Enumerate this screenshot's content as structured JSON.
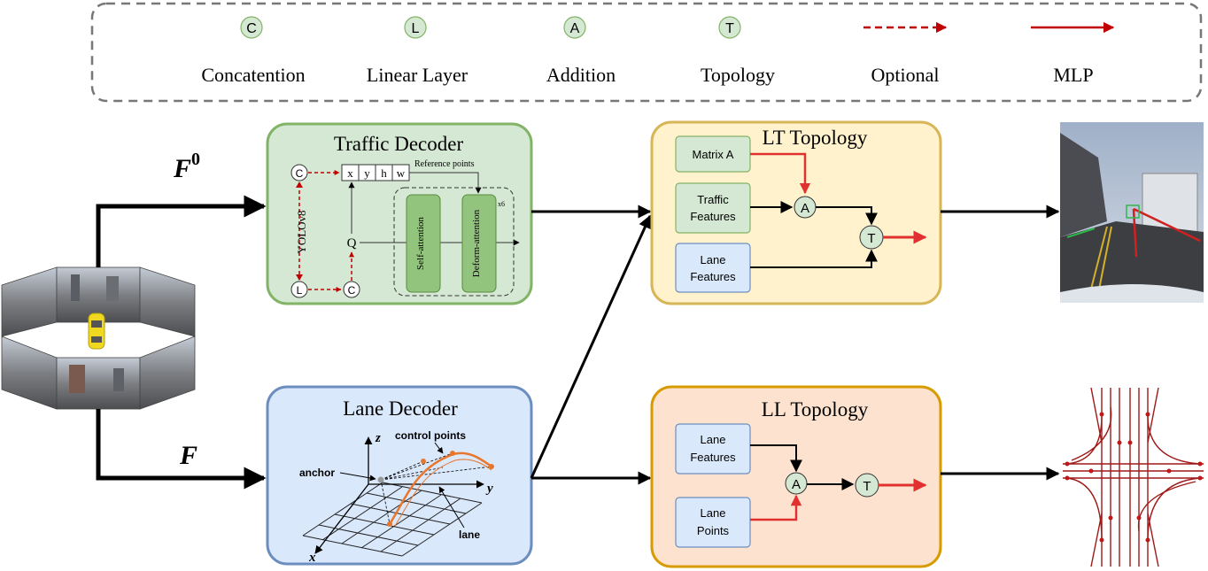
{
  "legend": {
    "items": [
      {
        "symbol": "C",
        "label": "Concatention"
      },
      {
        "symbol": "L",
        "label": "Linear Layer"
      },
      {
        "symbol": "A",
        "label": "Addition"
      },
      {
        "symbol": "T",
        "label": "Topology"
      },
      {
        "symbol": "",
        "label": "Optional"
      },
      {
        "symbol": "",
        "label": "MLP"
      }
    ]
  },
  "inputs": {
    "f0_label": "F",
    "f0_superscript": "0",
    "f_label": "F"
  },
  "traffic_decoder": {
    "title": "Traffic Decoder",
    "concat_symbol": "C",
    "linear_symbol": "L",
    "yolo_label": "YOLOv8",
    "ref_cells": [
      "x",
      "y",
      "h",
      "w"
    ],
    "ref_label": "Reference points",
    "query_label": "Q",
    "self_attention": "Self-attention",
    "deform_attention": "Deform-attention",
    "repeat": "x6"
  },
  "lane_decoder": {
    "title": "Lane Decoder",
    "axis_z": "z",
    "axis_y": "y",
    "axis_x": "x",
    "control_points": "control points",
    "anchor": "anchor",
    "lane": "lane"
  },
  "lt_topology": {
    "title": "LT Topology",
    "matrix": "Matrix A",
    "traffic_l1": "Traffic",
    "traffic_l2": "Features",
    "lane_l1": "Lane",
    "lane_l2": "Features",
    "add_symbol": "A",
    "topo_symbol": "T"
  },
  "ll_topology": {
    "title": "LL Topology",
    "lane_feat_l1": "Lane",
    "lane_feat_l2": "Features",
    "lane_pts_l1": "Lane",
    "lane_pts_l2": "Points",
    "add_symbol": "A",
    "topo_symbol": "T"
  },
  "colors": {
    "traffic_fill": "#d5e8d4",
    "traffic_border": "#82b366",
    "lane_fill": "#dae8fc",
    "lane_border": "#6c8ebf",
    "lt_fill": "#fff2cc",
    "lt_border": "#d6b656",
    "ll_fill": "#fde3cf",
    "ll_border": "#d79b00",
    "mlp_red": "#e03030",
    "optional_red": "#c00000"
  }
}
